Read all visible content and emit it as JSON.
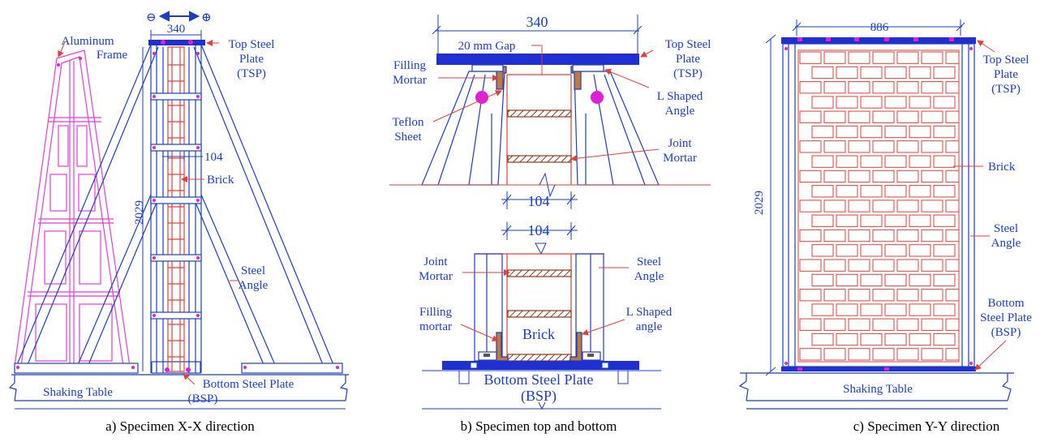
{
  "colors": {
    "structure": "#1a3fbf",
    "brick": "#e0413a",
    "frame": "#e83ad8",
    "plate": "#1f2fd0",
    "bolt": "#e020d8",
    "caption": "#000000",
    "mortar": "#c07a40"
  },
  "panel_a": {
    "caption": "a)  Specimen X-X direction",
    "width_dim": "340",
    "wall_dim": "104",
    "height_dim": "2029",
    "minus_sign": "⊖",
    "plus_sign": "⊕",
    "labels": {
      "aluminum_1": "Aluminum",
      "aluminum_2": "Frame",
      "tsp_1": "Top Steel",
      "tsp_2": "Plate",
      "tsp_3": "(TSP)",
      "brick": "Brick",
      "angle_1": "Steel",
      "angle_2": "Angle",
      "bsp_1": "Bottom Steel Plate",
      "bsp_2": "(BSP)",
      "table": "Shaking Table"
    }
  },
  "panel_b": {
    "caption": "b)  Specimen top and bottom",
    "width_dim": "340",
    "wall_dim_top": "104",
    "wall_dim_bottom": "104",
    "labels": {
      "gap": "20 mm Gap",
      "tsp_1": "Top Steel",
      "tsp_2": "Plate",
      "tsp_3": "(TSP)",
      "filling_1": "Filling",
      "filling_2": "Mortar",
      "lshape_1": "L Shaped",
      "lshape_2": "Angle",
      "teflon_1": "Teflon",
      "teflon_2": "Sheet",
      "joint_1": "Joint",
      "joint_2": "Mortar",
      "joint_b1": "Joint",
      "joint_b2": "Mortar",
      "angle_b1": "Steel",
      "angle_b2": "Angle",
      "filling_b1": "Filling",
      "filling_b2": "mortar",
      "brick_b": "Brick",
      "lshape_b1": "L Shaped",
      "lshape_b2": "angle",
      "bsp_1": "Bottom Steel Plate",
      "bsp_2": "(BSP)"
    }
  },
  "panel_c": {
    "caption": "c)  Specimen Y-Y direction",
    "width_dim": "886",
    "height_dim": "2029",
    "labels": {
      "tsp_1": "Top Steel",
      "tsp_2": "Plate",
      "tsp_3": "(TSP)",
      "brick": "Brick",
      "angle_1": "Steel",
      "angle_2": "Angle",
      "bsp_1": "Bottom",
      "bsp_2": "Steel Plate",
      "bsp_3": "(BSP)",
      "table": "Shaking Table"
    }
  }
}
